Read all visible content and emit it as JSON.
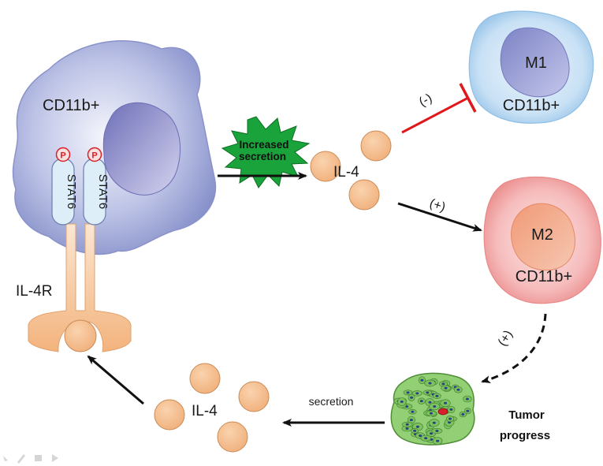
{
  "labels": {
    "cd11b_main": "CD11b+",
    "stat6_left": "STAT6",
    "stat6_right": "STAT6",
    "phospho_left": "P",
    "phospho_right": "P",
    "il4r": "IL-4R",
    "burst_line1": "Increased",
    "burst_line2": "secretion",
    "il4_top": "IL-4",
    "il4_bottom": "IL-4",
    "m1": "M1",
    "m1_cd11b": "CD11b+",
    "m2": "M2",
    "m2_cd11b": "CD11b+",
    "inhibit_sign": "(-)",
    "promote_sign_m2": "(+)",
    "promote_sign_tumor": "(+)",
    "secretion": "secretion",
    "tumor_line1": "Tumor",
    "tumor_line2": "progress"
  },
  "colors": {
    "cd11b_cell": "#8f98cf",
    "m1_cell": "#a9cdea",
    "m2_cell": "#ee9898",
    "il4_ball": "#f5c193",
    "inhibit_arrow": "#e0181c",
    "burst": "#1aa33a",
    "tumor_cell": "#7cc25e"
  }
}
